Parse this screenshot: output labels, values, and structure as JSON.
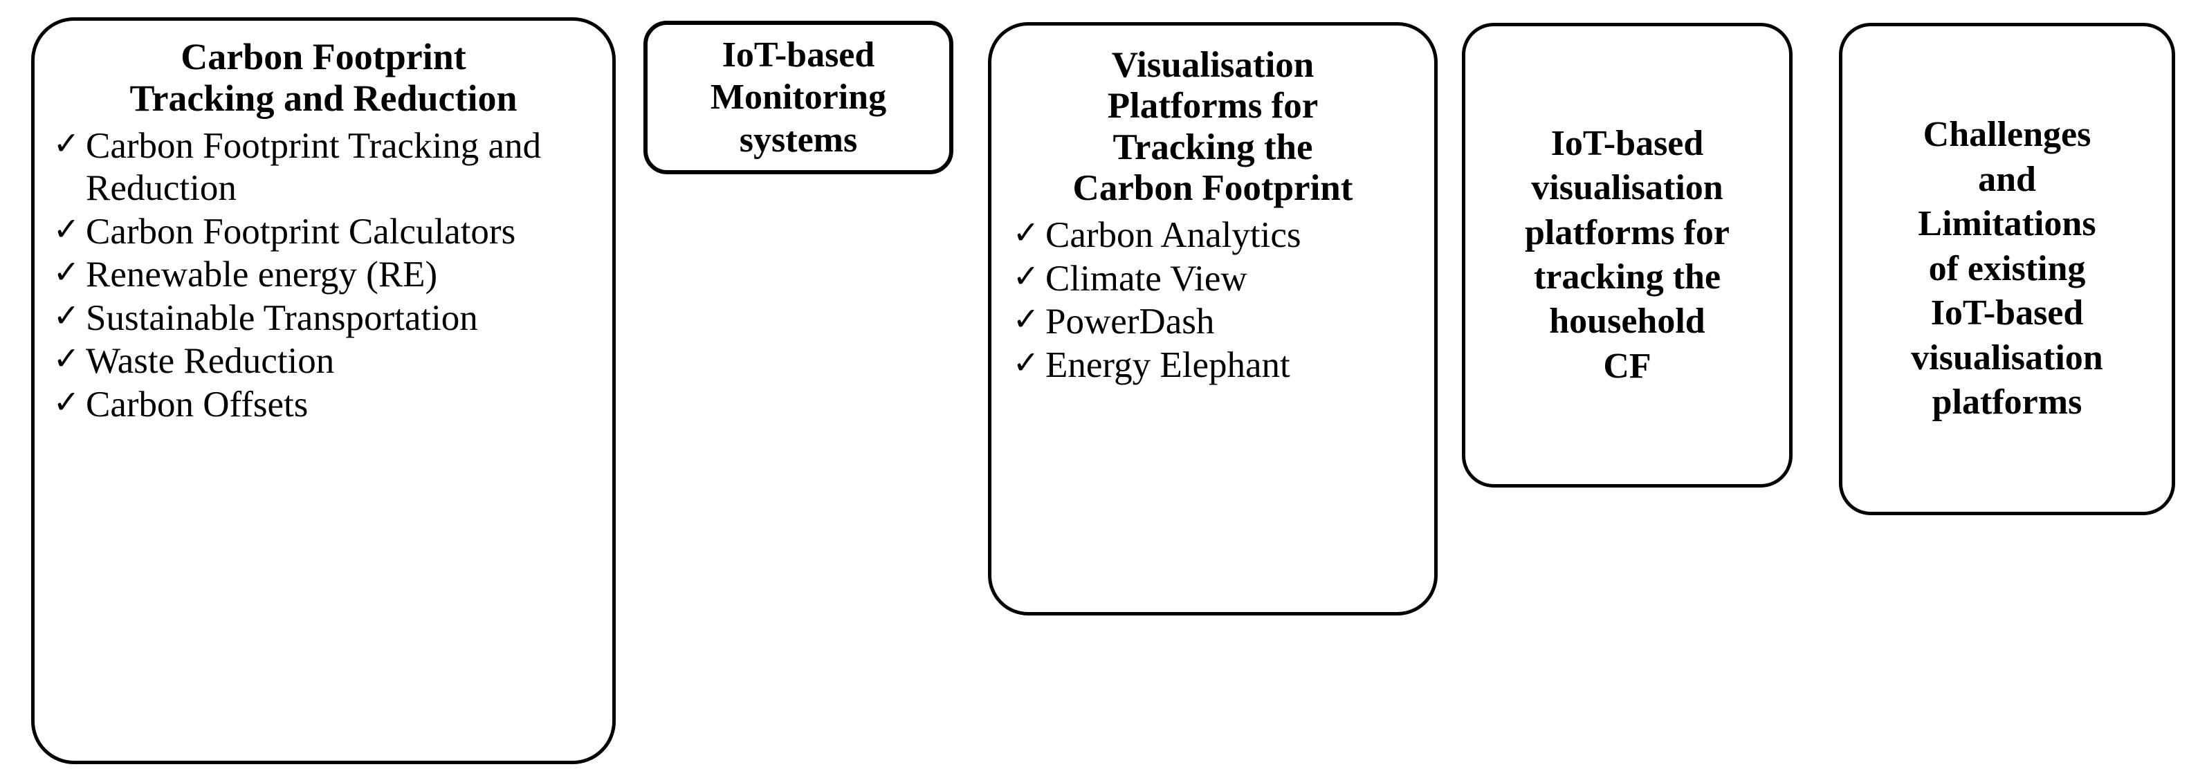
{
  "figure": {
    "type": "flow-boxes",
    "background_color": "#ffffff",
    "text_color": "#000000",
    "border_color": "#000000",
    "bullet_glyph": "✓",
    "bullet_icon_name": "check-mark-icon"
  },
  "boxes": [
    {
      "id": "cf-tracking",
      "title_lines": [
        "Carbon Footprint",
        "Tracking and Reduction"
      ],
      "title": "Carbon Footprint Tracking and Reduction",
      "items": [
        "Carbon Footprint Tracking and Reduction",
        "Carbon Footprint Calculators",
        "Renewable energy (RE)",
        "Sustainable Transportation",
        "Waste Reduction",
        "Carbon Offsets"
      ]
    },
    {
      "id": "iot-monitoring",
      "title_lines": [
        "IoT-based",
        "Monitoring",
        "systems"
      ],
      "title": "IoT-based Monitoring systems",
      "items": []
    },
    {
      "id": "vis-platforms",
      "title_lines": [
        "Visualisation",
        "Platforms for",
        "Tracking the",
        "Carbon Footprint"
      ],
      "title": "Visualisation Platforms for Tracking the Carbon Footprint",
      "items": [
        "Carbon Analytics",
        "Climate View",
        "PowerDash",
        "Energy Elephant"
      ]
    },
    {
      "id": "iot-vis-household",
      "title_lines": [
        "IoT-based",
        "visualisation",
        "platforms for",
        "tracking the",
        "household",
        "CF"
      ],
      "title": "IoT-based visualisation platforms for tracking the household CF",
      "items": []
    },
    {
      "id": "challenges",
      "title_lines": [
        "Challenges",
        "and",
        "Limitations",
        "of existing",
        "IoT-based",
        "visualisation",
        "platforms"
      ],
      "title": "Challenges and Limitations of existing IoT-based visualisation platforms",
      "items": []
    }
  ]
}
